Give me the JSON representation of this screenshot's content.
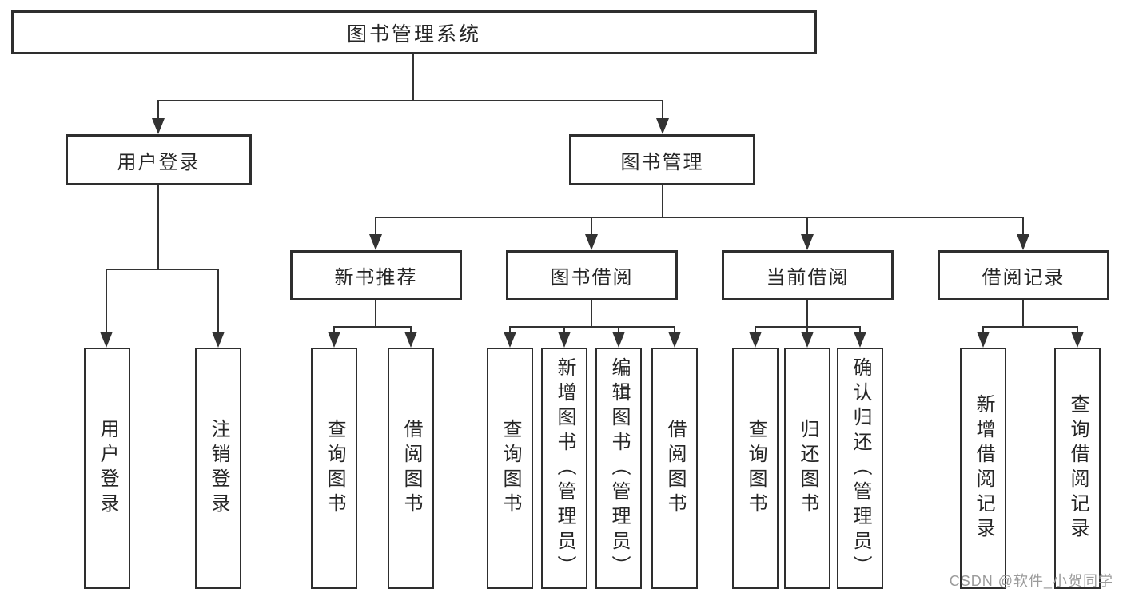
{
  "diagram": {
    "root": {
      "label": "图书管理系统"
    },
    "level2": [
      {
        "label": "用户登录"
      },
      {
        "label": "图书管理"
      }
    ],
    "level3": [
      {
        "label": "新书推荐"
      },
      {
        "label": "图书借阅"
      },
      {
        "label": "当前借阅"
      },
      {
        "label": "借阅记录"
      }
    ],
    "leaves": [
      {
        "label": "用户登录"
      },
      {
        "label": "注销登录"
      },
      {
        "label": "查询图书"
      },
      {
        "label": "借阅图书"
      },
      {
        "label": "查询图书"
      },
      {
        "label": "新增图书（管理员）"
      },
      {
        "label": "编辑图书（管理员）"
      },
      {
        "label": "借阅图书"
      },
      {
        "label": "查询图书"
      },
      {
        "label": "归还图书"
      },
      {
        "label": "确认归还（管理员）"
      },
      {
        "label": "新增借阅记录"
      },
      {
        "label": "查询借阅记录"
      }
    ],
    "colors": {
      "line": "#333333",
      "border": "#2e2e2e",
      "text": "#262626",
      "watermark": "#9b9b9b",
      "background": "#ffffff"
    }
  },
  "watermark": {
    "text": "CSDN @软件_小贺同学"
  }
}
